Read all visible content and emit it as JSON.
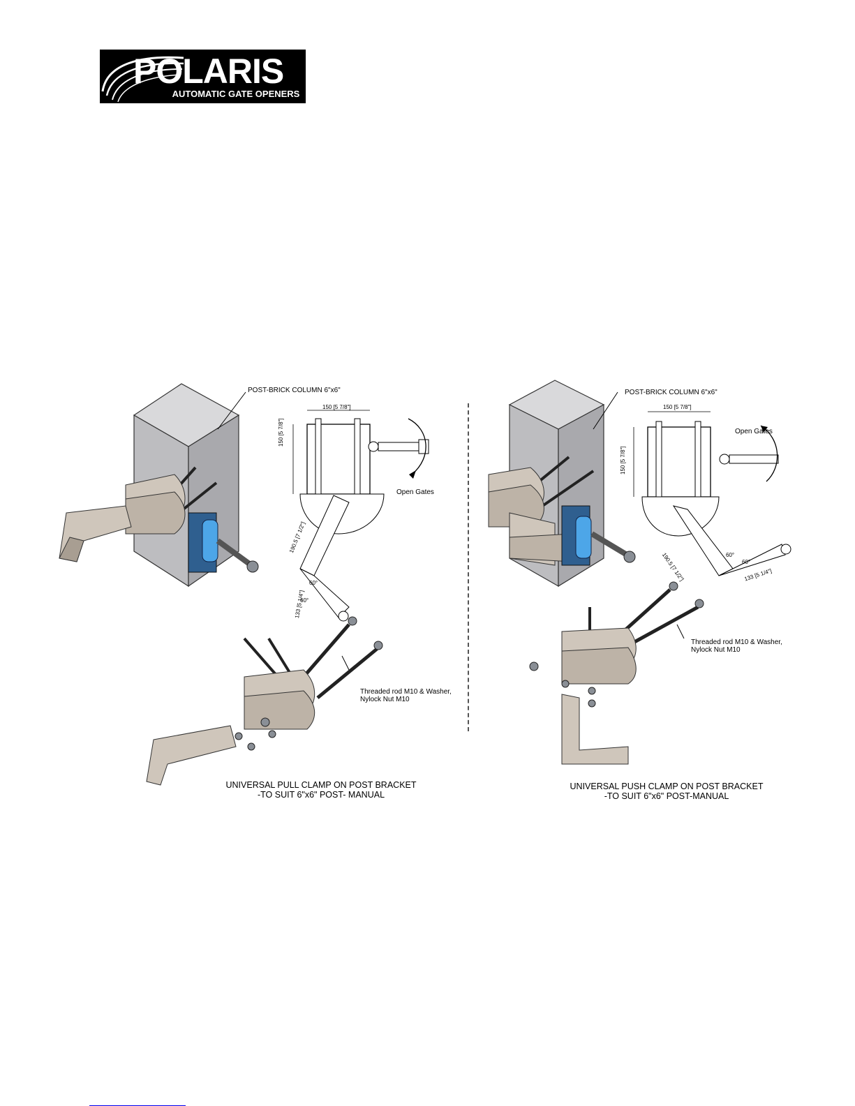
{
  "logo": {
    "brand": "POLARIS",
    "tagline": "AUTOMATIC GATE OPENERS"
  },
  "left_drawing": {
    "post_label": "POST-BRICK COLUMN  6\"x6\"",
    "open_gates": "Open Gates",
    "rod_label_line1": "Threaded rod M10 & Washer,",
    "rod_label_line2": "Nylock Nut M10",
    "dim_width": "150 [5 7/8\"]",
    "dim_height": "150 [5 7/8\"]",
    "dim_arm": "190.5 [7 1/2\"]",
    "dim_arm2": "133 [5 1/4\"]",
    "angle1": "60°",
    "angle2": "60°",
    "caption_line1": "UNIVERSAL PULL CLAMP ON POST BRACKET",
    "caption_line2": "-TO SUIT 6\"x6\" POST- MANUAL"
  },
  "right_drawing": {
    "post_label": "POST-BRICK COLUMN  6\"x6\"",
    "open_gates": "Open Gates",
    "rod_label_line1": "Threaded rod M10 & Washer,",
    "rod_label_line2": "Nylock Nut M10",
    "dim_width": "150 [5 7/8\"]",
    "dim_height": "150 [5 7/8\"]",
    "dim_arm": "190.5 [7 1/2\"]",
    "dim_arm2": "133 [5 1/4\"]",
    "angle1": "60°",
    "angle2": "60°",
    "caption_line1": "UNIVERSAL PUSH CLAMP ON POST BRACKET",
    "caption_line2": "-TO SUIT 6\"x6\" POST-MANUAL"
  },
  "colors": {
    "post": "#b9b9bc",
    "bracket": "#cfc6bb",
    "plate": "#2f5f8f",
    "cylinder": "#4da6e8",
    "rod": "#222222",
    "nut": "#8a8f96"
  }
}
